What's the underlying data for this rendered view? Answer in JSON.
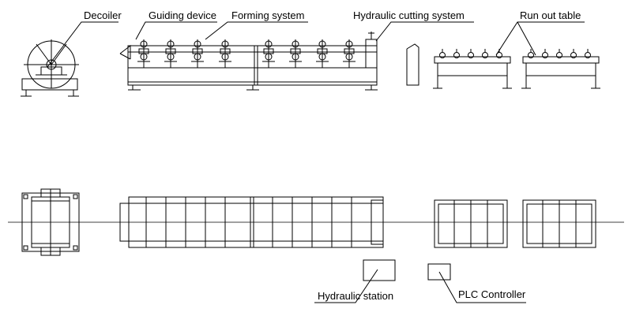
{
  "labels": {
    "decoiler": "Decoiler",
    "guiding_device": "Guiding device",
    "forming_system": "Forming system",
    "hydraulic_cutting_system": "Hydraulic cutting system",
    "run_out_table": "Run out table",
    "hydraulic_station": "Hydraulic station",
    "plc_controller": "PLC Controller"
  },
  "colors": {
    "line": "#000000",
    "background": "#ffffff"
  }
}
